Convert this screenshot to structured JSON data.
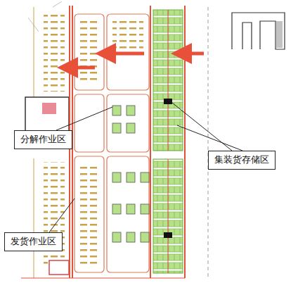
{
  "diagram": {
    "nodes": [
      {
        "text": [
          "分解作业区"
        ]
      },
      {
        "text": [
          "集装货存储区"
        ]
      },
      {
        "text": [
          "发货作业区"
        ]
      }
    ]
  }
}
